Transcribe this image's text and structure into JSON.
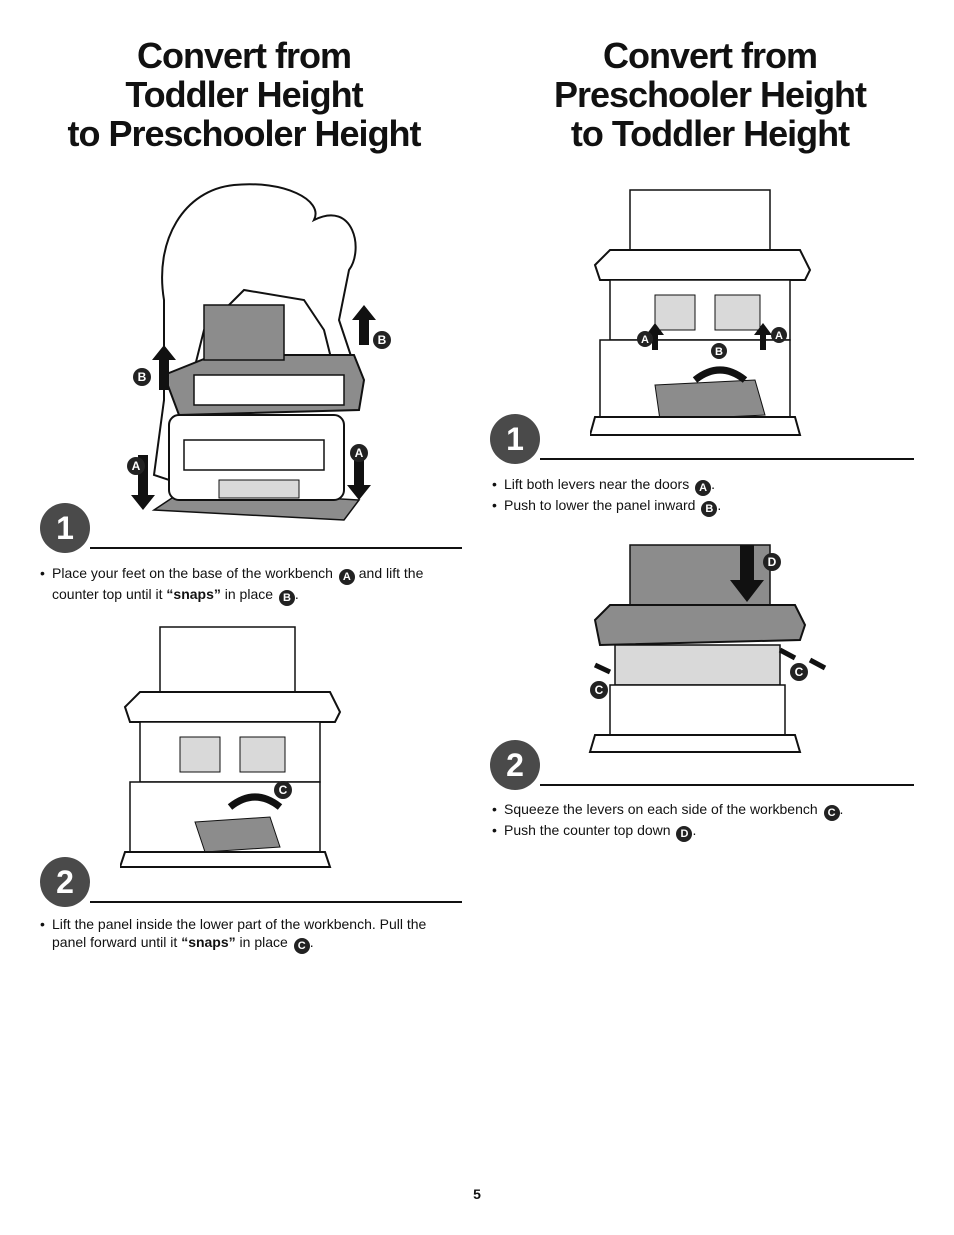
{
  "left": {
    "title_lines": [
      "Convert from",
      "Toddler Height",
      "to Preschooler Height"
    ],
    "step1": {
      "number": "1",
      "items": [
        {
          "pre": "Place your feet on the base of the workbench",
          "badge1": "A",
          "mid": "and lift the counter top until it",
          "bold": "“snaps”",
          "post": "in place",
          "badge2": "B",
          "end": "."
        }
      ]
    },
    "step2": {
      "number": "2",
      "items": [
        {
          "pre": "Lift the panel inside the lower part of the workbench. Pull the panel forward until it",
          "bold": "“snaps”",
          "post": "in place",
          "badge": "C",
          "end": "."
        }
      ]
    },
    "illus1_labels": {
      "a": "A",
      "b": "B"
    },
    "illus2_labels": {
      "c": "C"
    }
  },
  "right": {
    "title_lines": [
      "Convert from",
      "Preschooler Height",
      "to Toddler Height"
    ],
    "step1": {
      "number": "1",
      "items": [
        {
          "pre": "Lift both levers near the doors",
          "badge": "A",
          "end": "."
        },
        {
          "pre": "Push to lower the panel inward",
          "badge": "B",
          "end": "."
        }
      ]
    },
    "step2": {
      "number": "2",
      "items": [
        {
          "pre": "Squeeze the levers on each side of the workbench",
          "badge": "C",
          "end": "."
        },
        {
          "pre": "Push the counter top down",
          "badge": "D",
          "end": "."
        }
      ]
    },
    "illus1_labels": {
      "a": "A",
      "b": "B"
    },
    "illus2_labels": {
      "c": "C",
      "d": "D"
    }
  },
  "page_number": "5",
  "colors": {
    "ink": "#111111",
    "badge": "#4a4a4a",
    "panel": "#8c8c8c",
    "surface": "#d9d9d9"
  }
}
